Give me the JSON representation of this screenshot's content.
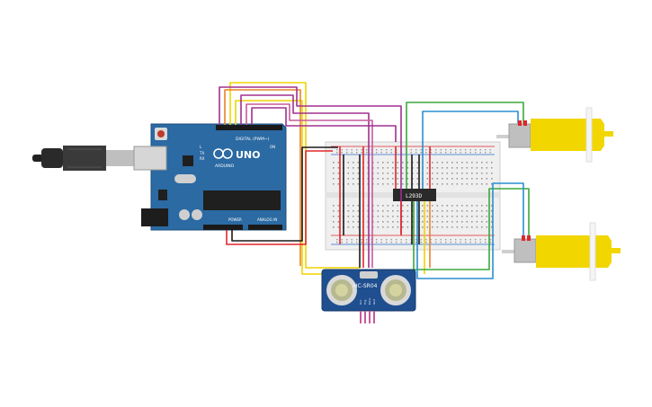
{
  "arduino": {
    "brand_label": "ARDUINO",
    "model_label": "UNO",
    "digital_label": "DIGITAL (PWM~)",
    "power_label": "POWER",
    "analog_label": "ANALOG IN",
    "on_label": "ON",
    "tx_label": "TX",
    "rx_label": "RX",
    "l_label": "L"
  },
  "driver_chip": {
    "label": "L293D"
  },
  "sensor": {
    "label": "HC-SR04",
    "pins": [
      "Vcc",
      "Trig",
      "Echo",
      "Gnd"
    ]
  },
  "colors": {
    "board": "#2b6aa3",
    "breadboard": "#efefef",
    "motor": "#f2d600",
    "wire_red": "#e0262b",
    "wire_black": "#1a1a1a",
    "wire_yellow": "#f0d400",
    "wire_purple": "#a0308f",
    "wire_orange": "#e8842a",
    "wire_green": "#3aa83a",
    "wire_blue": "#2a8fd0",
    "wire_pink": "#c85a9a"
  }
}
